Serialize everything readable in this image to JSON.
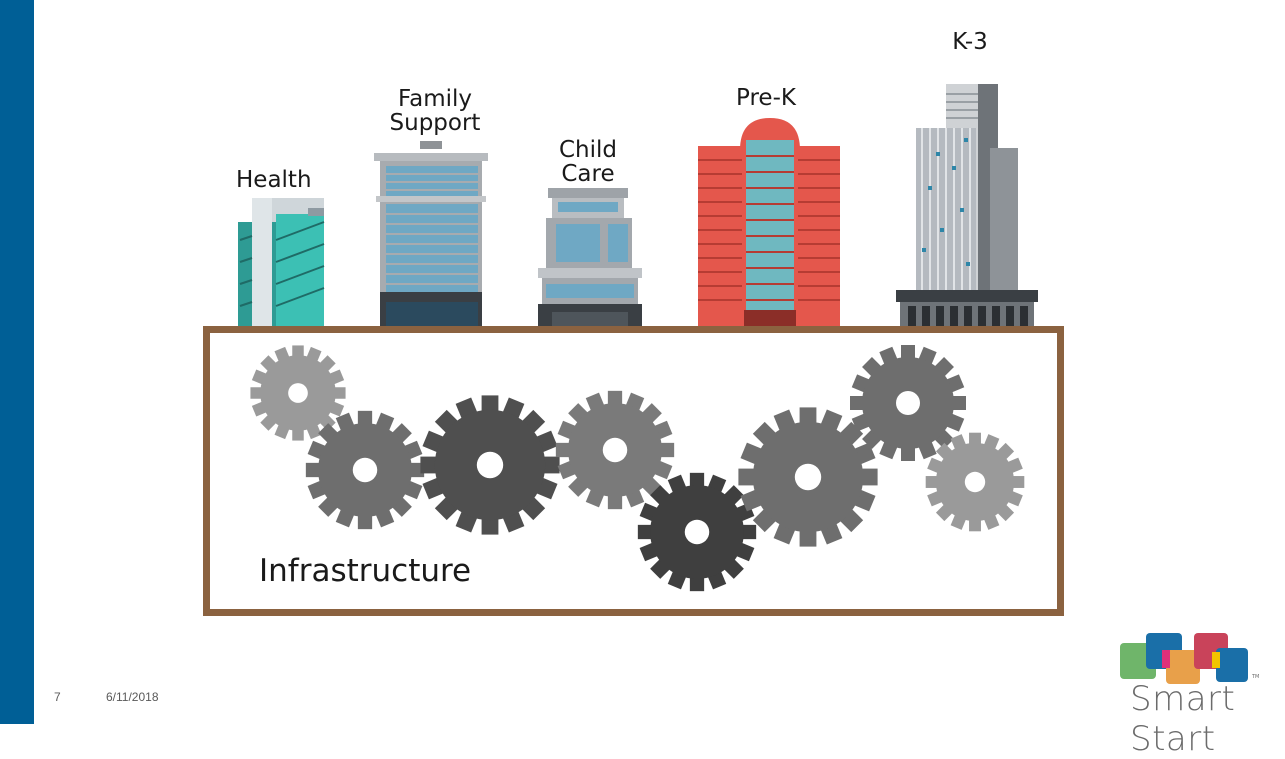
{
  "buildings": [
    {
      "id": "health",
      "label": "Health"
    },
    {
      "id": "family-support",
      "label": "Family\nSupport"
    },
    {
      "id": "child-care",
      "label": "Child\nCare"
    },
    {
      "id": "pre-k",
      "label": "Pre-K"
    },
    {
      "id": "k-3",
      "label": "K-3"
    }
  ],
  "infrastructure": {
    "label": "Infrastructure"
  },
  "footer": {
    "slide_number": "7",
    "date": "6/11/2018"
  },
  "logo": {
    "text": "Smart Start",
    "trademark": "TM"
  },
  "colors": {
    "sidebar": "#005f96",
    "frame": "#8b6240",
    "gear_dark": "#4a4a4a",
    "gear_mid": "#6e6e6e",
    "gear_light": "#9a9a9a",
    "logo_green": "#6fb56a",
    "logo_blue": "#1a6fa8",
    "logo_orange": "#e8a04a",
    "logo_red": "#c9435a",
    "logo_magenta": "#e0307a",
    "logo_yellow": "#f2c400"
  },
  "icons": [
    "gear-icon",
    "building-icon",
    "smart-start-logo-icon"
  ]
}
